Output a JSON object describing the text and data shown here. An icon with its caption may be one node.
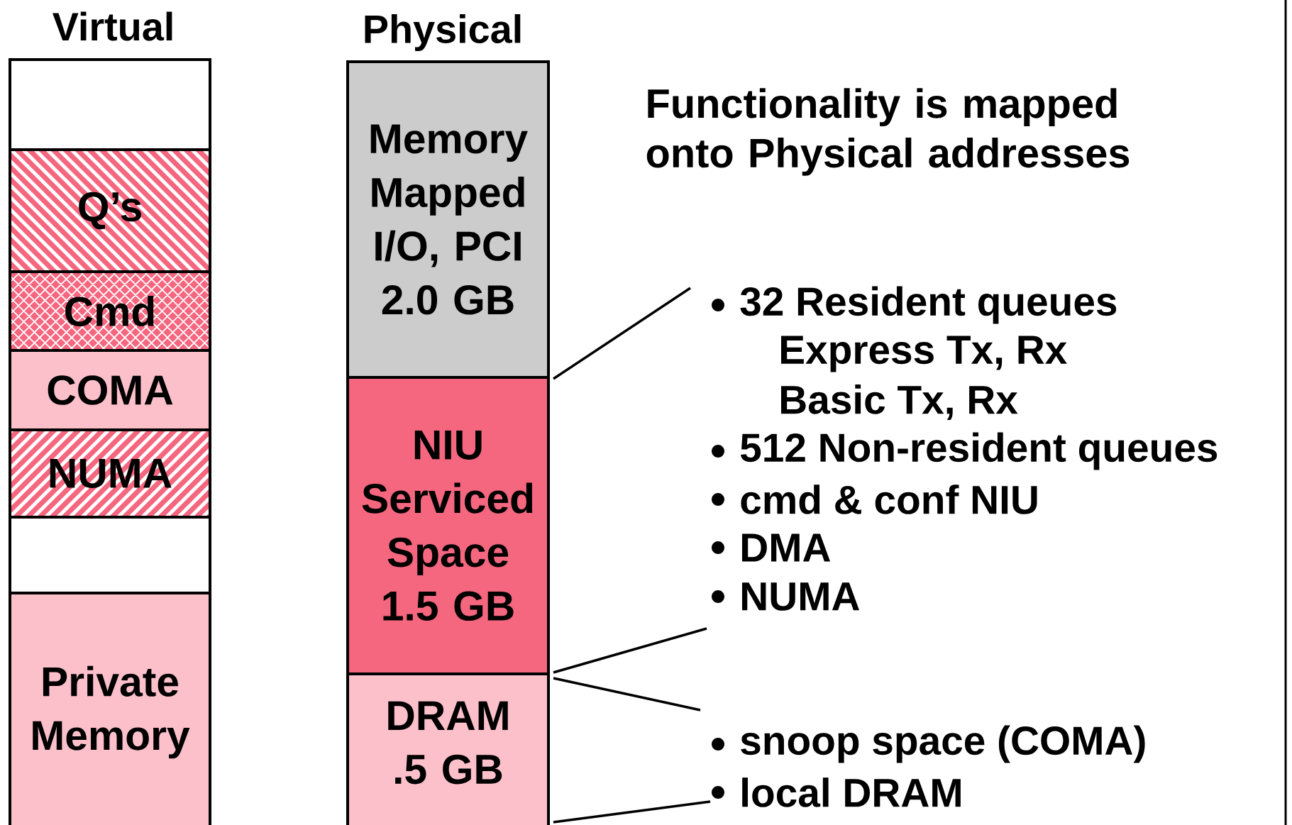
{
  "diagram": {
    "nodes": [
      {
        "text": [],
        "shape": "box"
      },
      {
        "text": [
          "Q’s"
        ]
      },
      {
        "text": [
          "Cmd"
        ]
      },
      {
        "text": [
          "COMA"
        ]
      },
      {
        "text": [
          "NUMA"
        ]
      },
      {
        "text": [],
        "shape": "box"
      },
      {
        "text": [
          "Private Memory"
        ]
      },
      {
        "text": [
          "Memory Mapped I/O, PCI 2.0 GB"
        ]
      },
      {
        "text": [
          "NIU Serviced Space 1.5 GB"
        ]
      },
      {
        "text": [
          "DRAM .5 GB"
        ]
      }
    ],
    "labels": [
      "Virtual",
      "Physical",
      "Functionality is mapped onto Physical addresses",
      "32 Resident queues",
      "Express Tx, Rx",
      "Basic Tx, Rx",
      "512 Non-resident queues",
      "cmd & conf NIU",
      "DMA",
      "NUMA",
      "snoop space (COMA)",
      "local DRAM"
    ]
  }
}
